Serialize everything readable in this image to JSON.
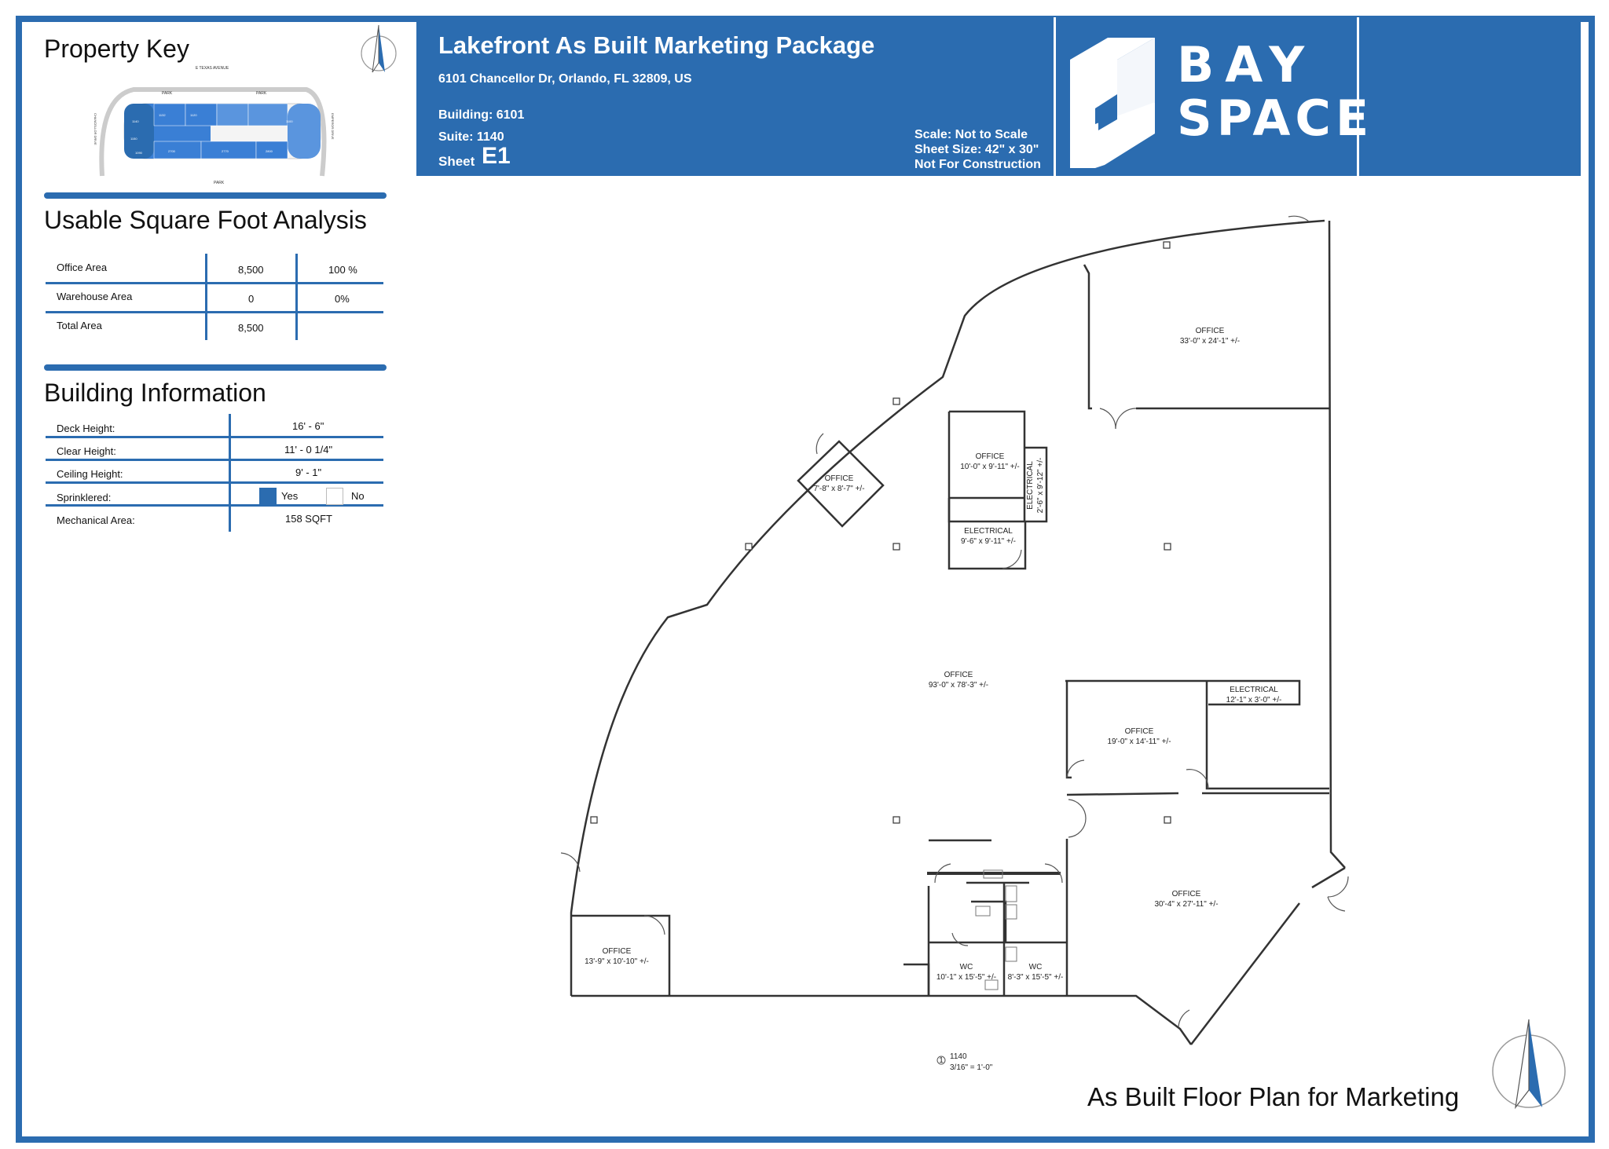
{
  "header": {
    "title": "Lakefront As Built Marketing Package",
    "address": "6101 Chancellor Dr, Orlando, FL 32809, US",
    "building": "Building: 6101",
    "suite": "Suite: 1140",
    "sheet_label": "Sheet",
    "sheet_value": "E1",
    "scale": "Scale: Not to Scale",
    "sheet_size": "Sheet Size: 42\" x 30\"",
    "construction": "Not For Construction",
    "logo_line1": "BAY",
    "logo_line2": "SPACE"
  },
  "property_key": {
    "title": "Property Key",
    "street_top": "E TEXAS AVENUE",
    "street_left": "CHANCELLOR DRIVE",
    "street_right": "EMPEROR DRIVE",
    "park_top_left": "PARK",
    "park_top_right": "PARK",
    "park_bottom": "PARK",
    "suites": [
      "1140",
      "1132",
      "1120",
      "1100",
      "1150",
      "1090",
      "2700",
      "2770",
      "2800"
    ]
  },
  "usable_sf": {
    "title": "Usable Square Foot Analysis",
    "rows": [
      {
        "label": "Office Area",
        "value": "8,500",
        "pct": "100 %"
      },
      {
        "label": "Warehouse Area",
        "value": "0",
        "pct": "0%"
      },
      {
        "label": "Total Area",
        "value": "8,500",
        "pct": ""
      }
    ]
  },
  "building_info": {
    "title": "Building Information",
    "rows": [
      {
        "label": "Deck Height:",
        "value": "16' - 6\""
      },
      {
        "label": "Clear Height:",
        "value": "11' - 0 1/4\""
      },
      {
        "label": "Ceiling Height:",
        "value": "9' - 1\""
      },
      {
        "label": "Sprinklered:",
        "yes": "Yes",
        "no": "No"
      },
      {
        "label": "Mechanical Area:",
        "value": "158 SQFT"
      }
    ]
  },
  "rooms": [
    {
      "name": "OFFICE",
      "dim": "33'-0\" x 24'-1\" +/-"
    },
    {
      "name": "OFFICE",
      "dim": "10'-0\" x 9'-11\" +/-"
    },
    {
      "name": "ELECTRICAL",
      "dim": "2'-6\" x 9'-12\" +/-"
    },
    {
      "name": "OFFICE",
      "dim": "7'-8\" x 8'-7\" +/-"
    },
    {
      "name": "ELECTRICAL",
      "dim": "9'-6\" x 9'-11\" +/-"
    },
    {
      "name": "OFFICE",
      "dim": "93'-0\" x 78'-3\" +/-"
    },
    {
      "name": "ELECTRICAL",
      "dim": "12'-1\" x 3'-0\" +/-"
    },
    {
      "name": "OFFICE",
      "dim": "19'-0\" x 14'-11\" +/-"
    },
    {
      "name": "OFFICE",
      "dim": "30'-4\" x 27'-11\" +/-"
    },
    {
      "name": "OFFICE",
      "dim": "13'-9\" x 10'-10\" +/-"
    },
    {
      "name": "WC",
      "dim": "10'-1\" x 15'-5\" +/-"
    },
    {
      "name": "WC",
      "dim": "8'-3\" x 15'-5\" +/-"
    }
  ],
  "plan_label": {
    "marker": "1",
    "suite": "1140",
    "scale": "3/16\" = 1'-0\""
  },
  "footer_title": "As Built Floor Plan for Marketing",
  "colors": {
    "brand_blue": "#2b6cb0",
    "white": "#ffffff"
  }
}
